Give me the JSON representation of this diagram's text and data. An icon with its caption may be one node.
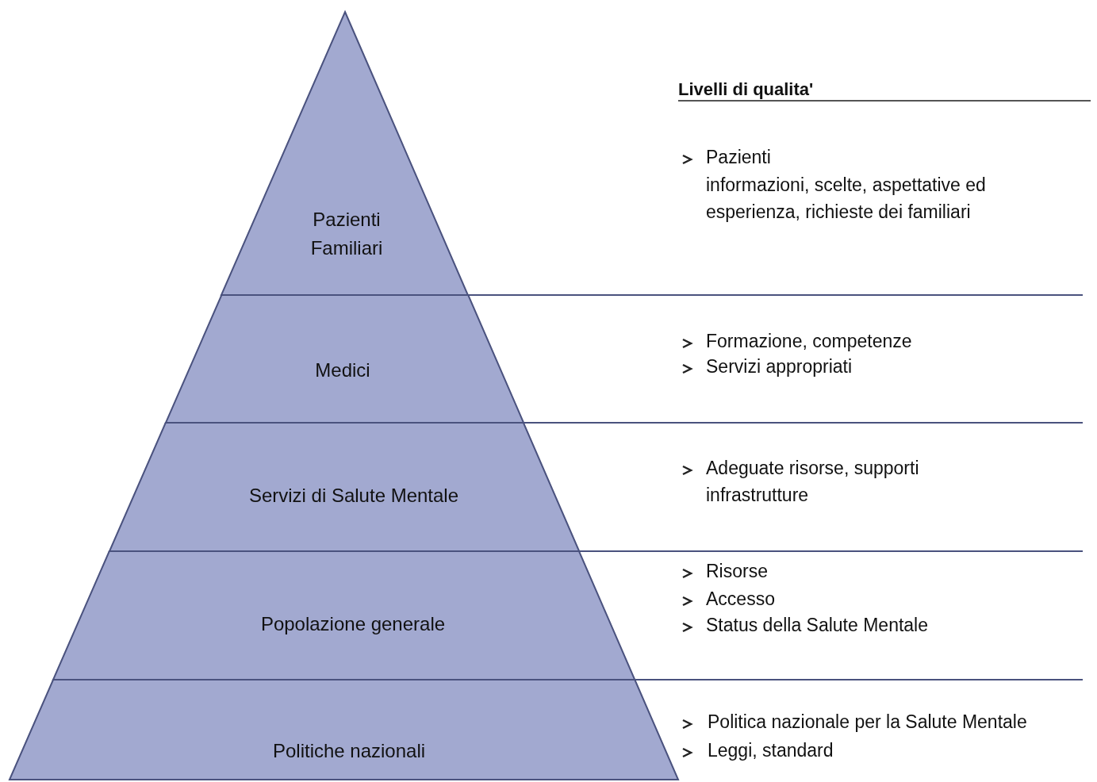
{
  "diagram": {
    "nodes": [
      {
        "text": [
          "Pazienti Familiari"
        ]
      },
      {
        "text": [
          "Medici"
        ]
      },
      {
        "text": [
          "Servizi di Salute Mentale"
        ]
      },
      {
        "text": [
          "Popolazione generale"
        ]
      },
      {
        "text": [
          "Politiche nazionali"
        ]
      }
    ],
    "edges": [],
    "labels": [
      "Livelli di qualita'",
      "Pazienti",
      "informazioni, scelte, aspettative ed esperienza, richieste dei familiari",
      "Formazione, competenze",
      "Servizi appropriati",
      "Adeguate risorse, supporti infrastrutture",
      "Risorse",
      "Accesso",
      "Status della Salute Mentale",
      "Politica nazionale per la Salute Mentale",
      "Leggi, standard"
    ]
  }
}
